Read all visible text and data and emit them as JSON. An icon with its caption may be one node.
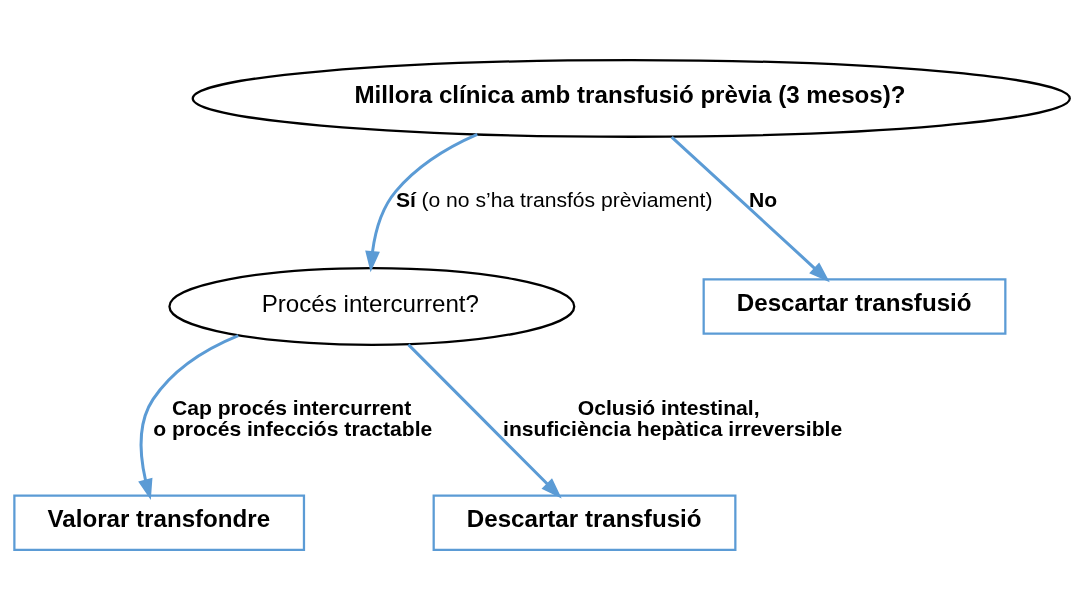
{
  "diagram": {
    "nodes": [
      {
        "text": [
          "Millora clínica amb transfusió prèvia (3 mesos)?"
        ]
      },
      {
        "text": [
          "Procés intercurrent?"
        ]
      },
      {
        "text": [
          "Descartar transfusió"
        ]
      },
      {
        "text": [
          "Valorar transfondre"
        ]
      },
      {
        "text": [
          "Descartar transfusió"
        ]
      }
    ],
    "edges": [
      {
        "from": 0,
        "to": 1,
        "arrow": "to",
        "label": "**Sí** (o no s’ha transfós prèviament)"
      },
      {
        "from": 0,
        "to": 2,
        "arrow": "to",
        "label": "No"
      },
      {
        "from": 1,
        "to": 3,
        "arrow": "to",
        "label": "Cap procés intercurrent o procés infecciós tractable"
      },
      {
        "from": 1,
        "to": 4,
        "arrow": "to",
        "label": "Oclusió intestinal, insuficiència hepàtica irreversible"
      }
    ]
  }
}
